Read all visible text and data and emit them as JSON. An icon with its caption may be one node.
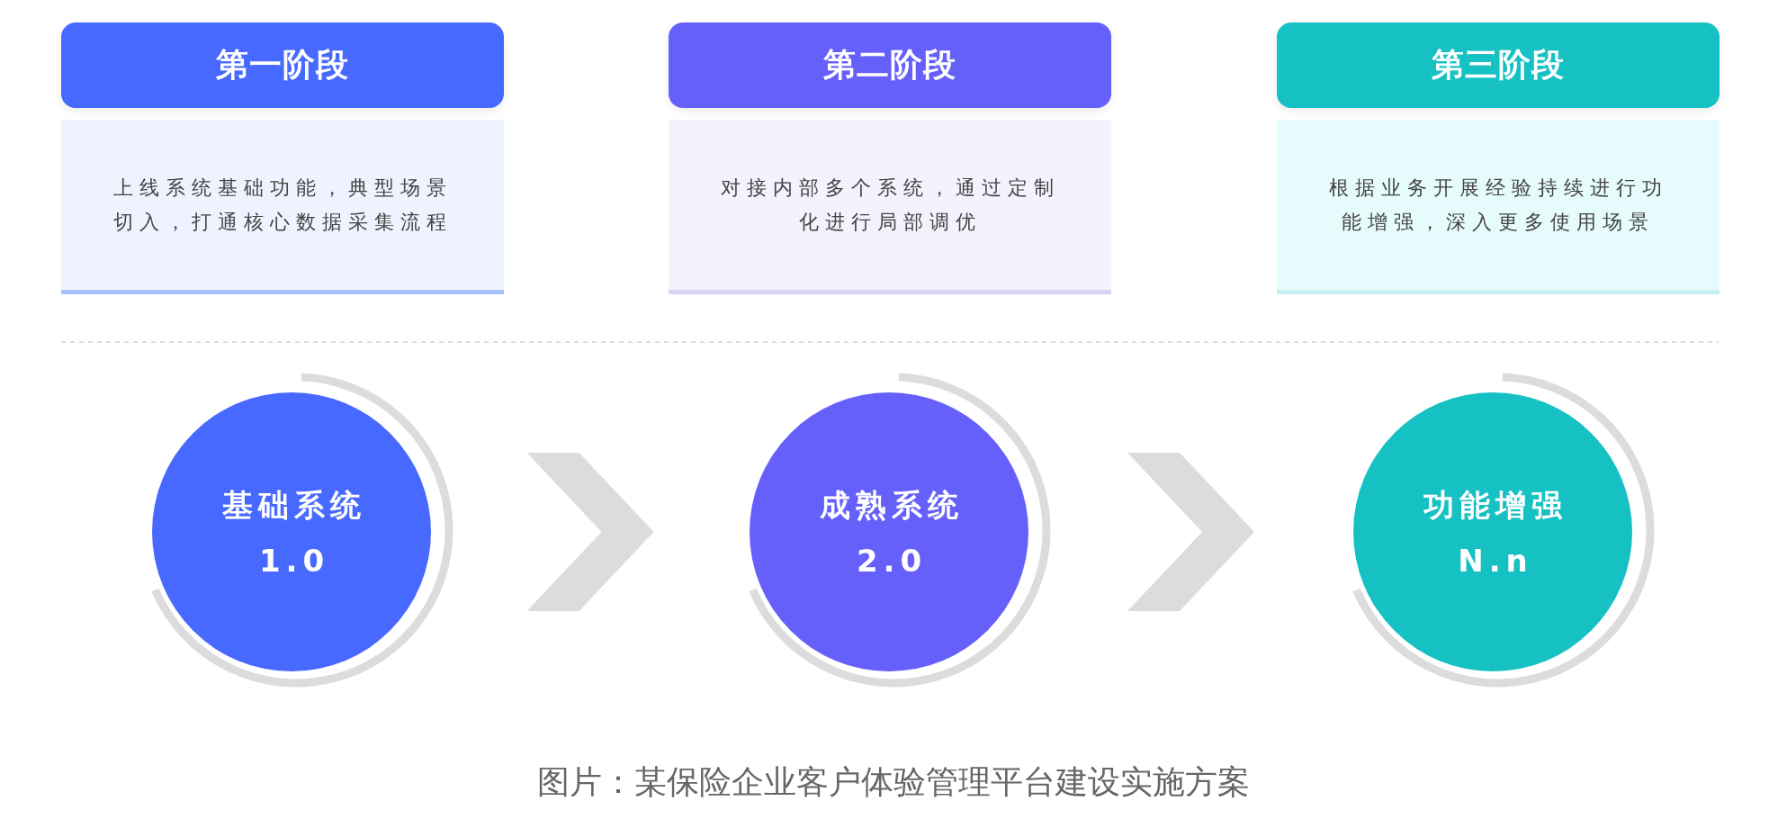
{
  "diagram": {
    "caption": "图片：某保险企业客户体验管理平台建设实施方案",
    "nodes": [
      {
        "text": [
          "第一阶段"
        ]
      },
      {
        "text": [
          "第二阶段"
        ]
      },
      {
        "text": [
          "第三阶段"
        ]
      },
      {
        "text": [
          "上线系统基础功能，典型场景切入，打通核心数据采集流程"
        ]
      },
      {
        "text": [
          "对接内部多个系统，通过定制化进行局部调优"
        ]
      },
      {
        "text": [
          "根据业务开展经验持续进行功能增强，深入更多使用场景"
        ]
      },
      {
        "text": [
          "基础系统",
          "1.0"
        ]
      },
      {
        "text": [
          "成熟系统",
          "2.0"
        ]
      },
      {
        "text": [
          "功能增强",
          "N.n"
        ]
      }
    ],
    "edges": [
      {
        "from": 6,
        "to": 7,
        "arrow": "to"
      },
      {
        "from": 7,
        "to": 8,
        "arrow": "to"
      }
    ]
  }
}
